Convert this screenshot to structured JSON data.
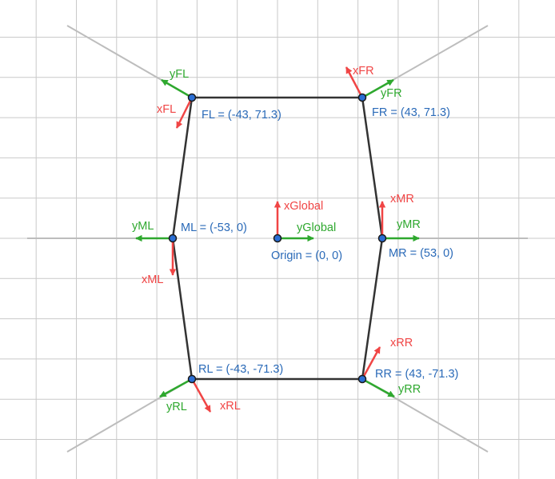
{
  "colors": {
    "grid": "#c9c9c9",
    "guide": "#bdbdbd",
    "frame": "#333333",
    "point": "#2a6ed4",
    "point_label": "#2a6ab8",
    "x_axis": "#f04545",
    "y_axis": "#2ea82e"
  },
  "origin": {
    "label": "Origin = (0, 0)",
    "x_label": "xGlobal",
    "y_label": "yGlobal"
  },
  "modules": [
    {
      "id": "fl",
      "label": "FL = (-43, 71.3)",
      "x_label": "xFL",
      "y_label": "yFL"
    },
    {
      "id": "fr",
      "label": "FR = (43, 71.3)",
      "x_label": "xFR",
      "y_label": "yFR"
    },
    {
      "id": "ml",
      "label": "ML = (-53, 0)",
      "x_label": "xML",
      "y_label": "yML"
    },
    {
      "id": "mr",
      "label": "MR = (53, 0)",
      "x_label": "xMR",
      "y_label": "yMR"
    },
    {
      "id": "rl",
      "label": "RL = (-43, -71.3)",
      "x_label": "xRL",
      "y_label": "yRL"
    },
    {
      "id": "rr",
      "label": "RR = (43, -71.3)",
      "x_label": "xRR",
      "y_label": "yRR"
    }
  ]
}
